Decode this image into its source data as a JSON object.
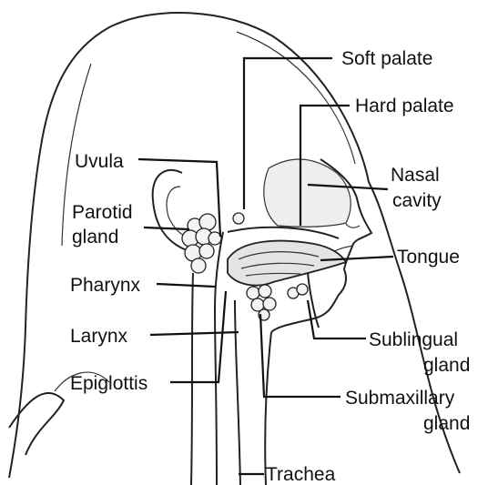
{
  "labels": {
    "soft_palate": "Soft palate",
    "hard_palate": "Hard palate",
    "uvula": "Uvula",
    "nasal_line1": "Nasal",
    "nasal_line2": "cavity",
    "parotid_line1": "Parotid",
    "parotid_line2": "gland",
    "tongue": "Tongue",
    "pharynx": "Pharynx",
    "larynx": "Larynx",
    "sublingual_line1": "Sublingual",
    "sublingual_line2": "gland",
    "epiglottis": "Epiglottis",
    "submax_line1": "Submaxillary",
    "submax_line2": "gland",
    "trachea": "Trachea"
  }
}
